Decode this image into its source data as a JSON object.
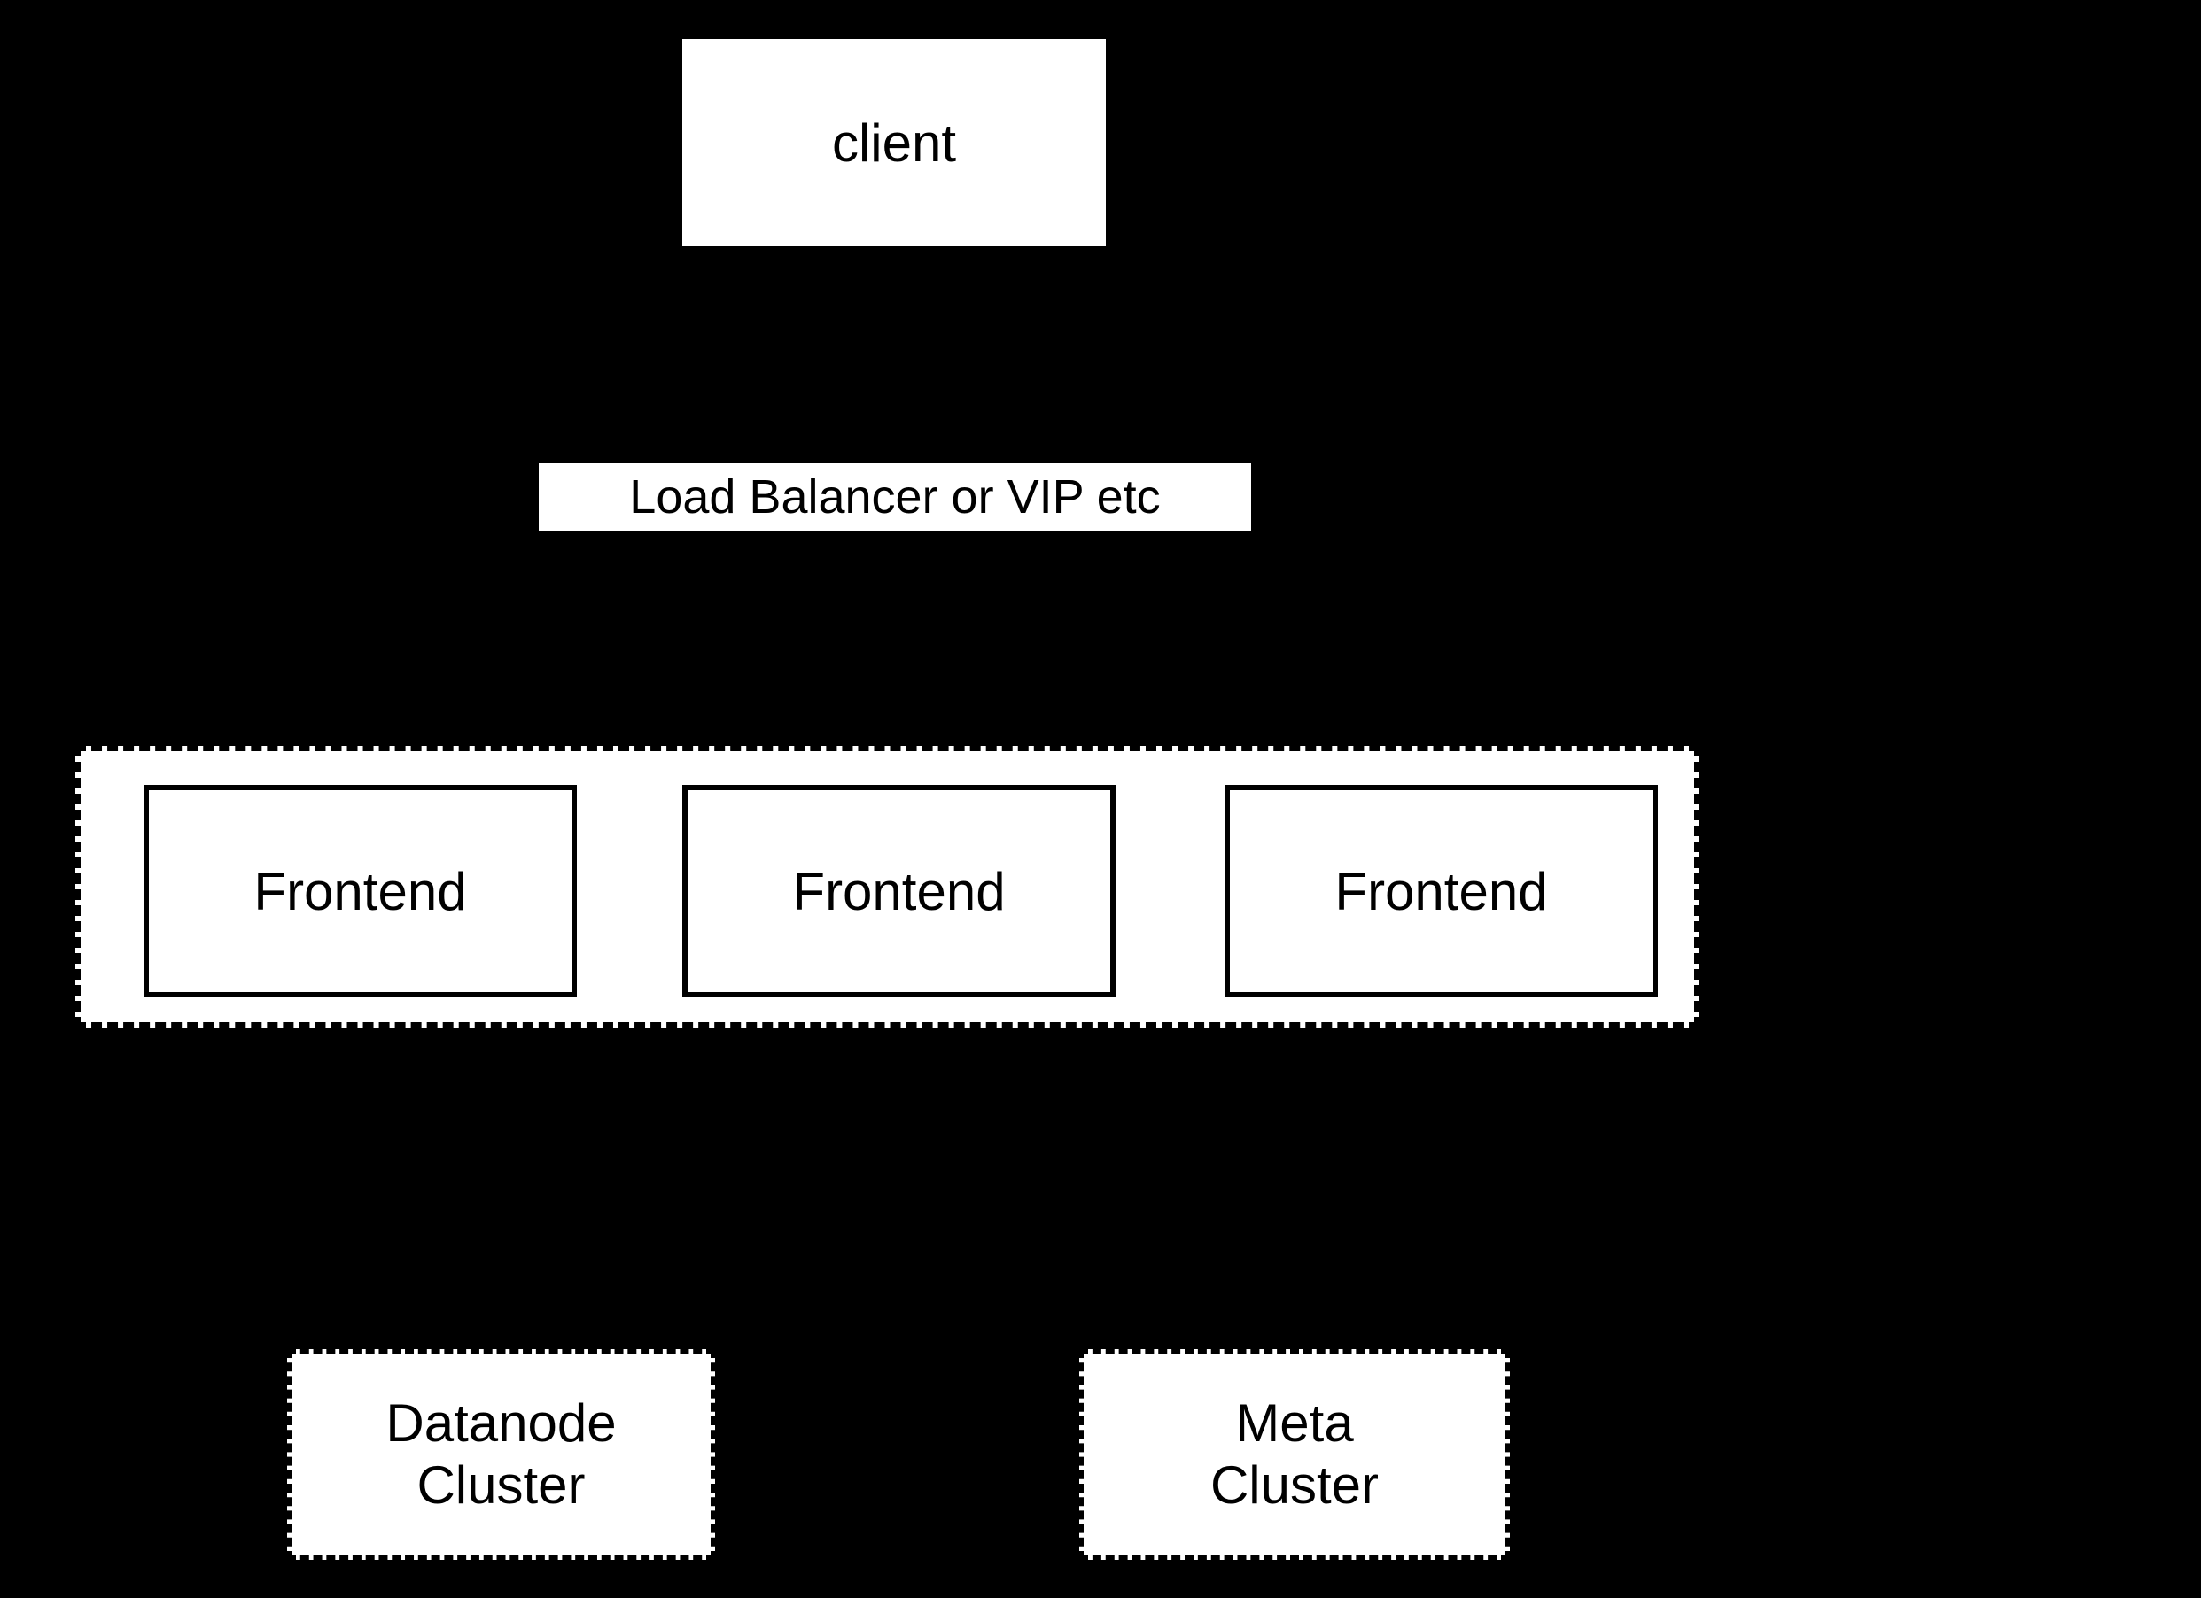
{
  "colors": {
    "background": "#000000",
    "node_fill": "#ffffff",
    "node_border": "#000000",
    "text": "#000000"
  },
  "nodes": {
    "client": {
      "label": "client"
    },
    "load_balancer": {
      "label": "Load Balancer or VIP etc"
    },
    "frontends": [
      {
        "label": "Frontend"
      },
      {
        "label": "Frontend"
      },
      {
        "label": "Frontend"
      }
    ],
    "datanode_cluster": {
      "line1": "Datanode",
      "line2": "Cluster"
    },
    "meta_cluster": {
      "line1": "Meta",
      "line2": "Cluster"
    }
  }
}
